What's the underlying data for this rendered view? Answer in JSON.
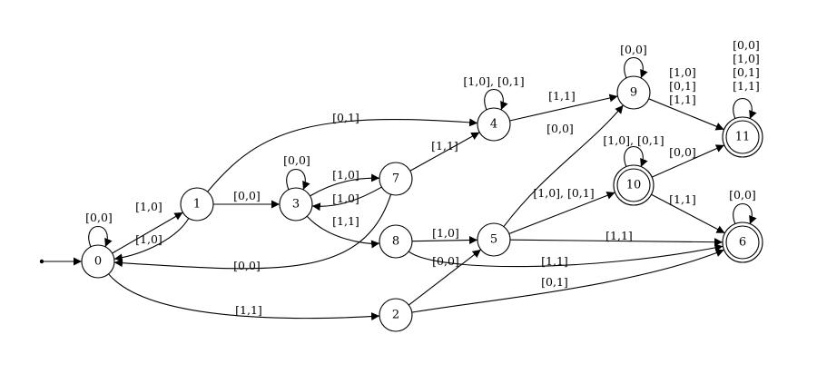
{
  "colors": {
    "stroke": "#000000",
    "background": "#ffffff"
  },
  "states": [
    {
      "id": "s0",
      "label": "0",
      "accepting": false,
      "initial": true
    },
    {
      "id": "s1",
      "label": "1",
      "accepting": false
    },
    {
      "id": "s2",
      "label": "2",
      "accepting": false
    },
    {
      "id": "s3",
      "label": "3",
      "accepting": false
    },
    {
      "id": "s4",
      "label": "4",
      "accepting": false
    },
    {
      "id": "s5",
      "label": "5",
      "accepting": false
    },
    {
      "id": "s6",
      "label": "6",
      "accepting": true
    },
    {
      "id": "s7",
      "label": "7",
      "accepting": false
    },
    {
      "id": "s8",
      "label": "8",
      "accepting": false
    },
    {
      "id": "s9",
      "label": "9",
      "accepting": false
    },
    {
      "id": "s10",
      "label": "10",
      "accepting": true
    },
    {
      "id": "s11",
      "label": "11",
      "accepting": true
    }
  ],
  "transitions": [
    {
      "id": "t0",
      "from": "0",
      "to": "0",
      "labels": [
        "[0,0]"
      ]
    },
    {
      "id": "t1",
      "from": "0",
      "to": "1",
      "labels": [
        "[1,0]"
      ]
    },
    {
      "id": "t2",
      "from": "1",
      "to": "0",
      "labels": [
        "[1,0]"
      ]
    },
    {
      "id": "t3",
      "from": "0",
      "to": "2",
      "labels": [
        "[1,1]"
      ]
    },
    {
      "id": "t4",
      "from": "1",
      "to": "4",
      "labels": [
        "[0,1]"
      ]
    },
    {
      "id": "t5",
      "from": "1",
      "to": "3",
      "labels": [
        "[0,0]"
      ]
    },
    {
      "id": "t6",
      "from": "3",
      "to": "3",
      "labels": [
        "[0,0]"
      ]
    },
    {
      "id": "t7",
      "from": "3",
      "to": "7",
      "labels": [
        "[1,0]"
      ]
    },
    {
      "id": "t8",
      "from": "7",
      "to": "3",
      "labels": [
        "[1,0]"
      ]
    },
    {
      "id": "t9",
      "from": "3",
      "to": "8",
      "labels": [
        "[1,1]"
      ]
    },
    {
      "id": "t10",
      "from": "7",
      "to": "0",
      "labels": [
        "[0,0]"
      ]
    },
    {
      "id": "t11",
      "from": "7",
      "to": "4",
      "labels": [
        "[1,1]"
      ]
    },
    {
      "id": "t12",
      "from": "4",
      "to": "4",
      "labels": [
        "[1,0], [0,1]"
      ]
    },
    {
      "id": "t13",
      "from": "4",
      "to": "9",
      "labels": [
        "[1,1]"
      ]
    },
    {
      "id": "t14",
      "from": "9",
      "to": "9",
      "labels": [
        "[0,0]"
      ]
    },
    {
      "id": "t15",
      "from": "9",
      "to": "11",
      "labels": [
        "[1,0]",
        "[0,1]",
        "[1,1]"
      ]
    },
    {
      "id": "t16",
      "from": "11",
      "to": "11",
      "labels": [
        "[0,0]",
        "[1,0]",
        "[0,1]",
        "[1,1]"
      ]
    },
    {
      "id": "t17",
      "from": "8",
      "to": "5",
      "labels": [
        "[1,0]"
      ]
    },
    {
      "id": "t18",
      "from": "8",
      "to": "6",
      "labels": [
        "[1,1]"
      ]
    },
    {
      "id": "t19",
      "from": "2",
      "to": "5",
      "labels": [
        "[0,0]"
      ]
    },
    {
      "id": "t20",
      "from": "2",
      "to": "6",
      "labels": [
        "[0,1]"
      ]
    },
    {
      "id": "t21",
      "from": "5",
      "to": "9",
      "labels": [
        "[0,0]"
      ]
    },
    {
      "id": "t22",
      "from": "5",
      "to": "10",
      "labels": [
        "[1,0], [0,1]"
      ]
    },
    {
      "id": "t23",
      "from": "5",
      "to": "6",
      "labels": [
        "[1,1]"
      ]
    },
    {
      "id": "t24",
      "from": "10",
      "to": "10",
      "labels": [
        "[1,0], [0,1]"
      ]
    },
    {
      "id": "t25",
      "from": "10",
      "to": "11",
      "labels": [
        "[0,0]"
      ]
    },
    {
      "id": "t26",
      "from": "10",
      "to": "6",
      "labels": [
        "[1,1]"
      ]
    },
    {
      "id": "t27",
      "from": "6",
      "to": "6",
      "labels": [
        "[0,0]"
      ]
    }
  ]
}
